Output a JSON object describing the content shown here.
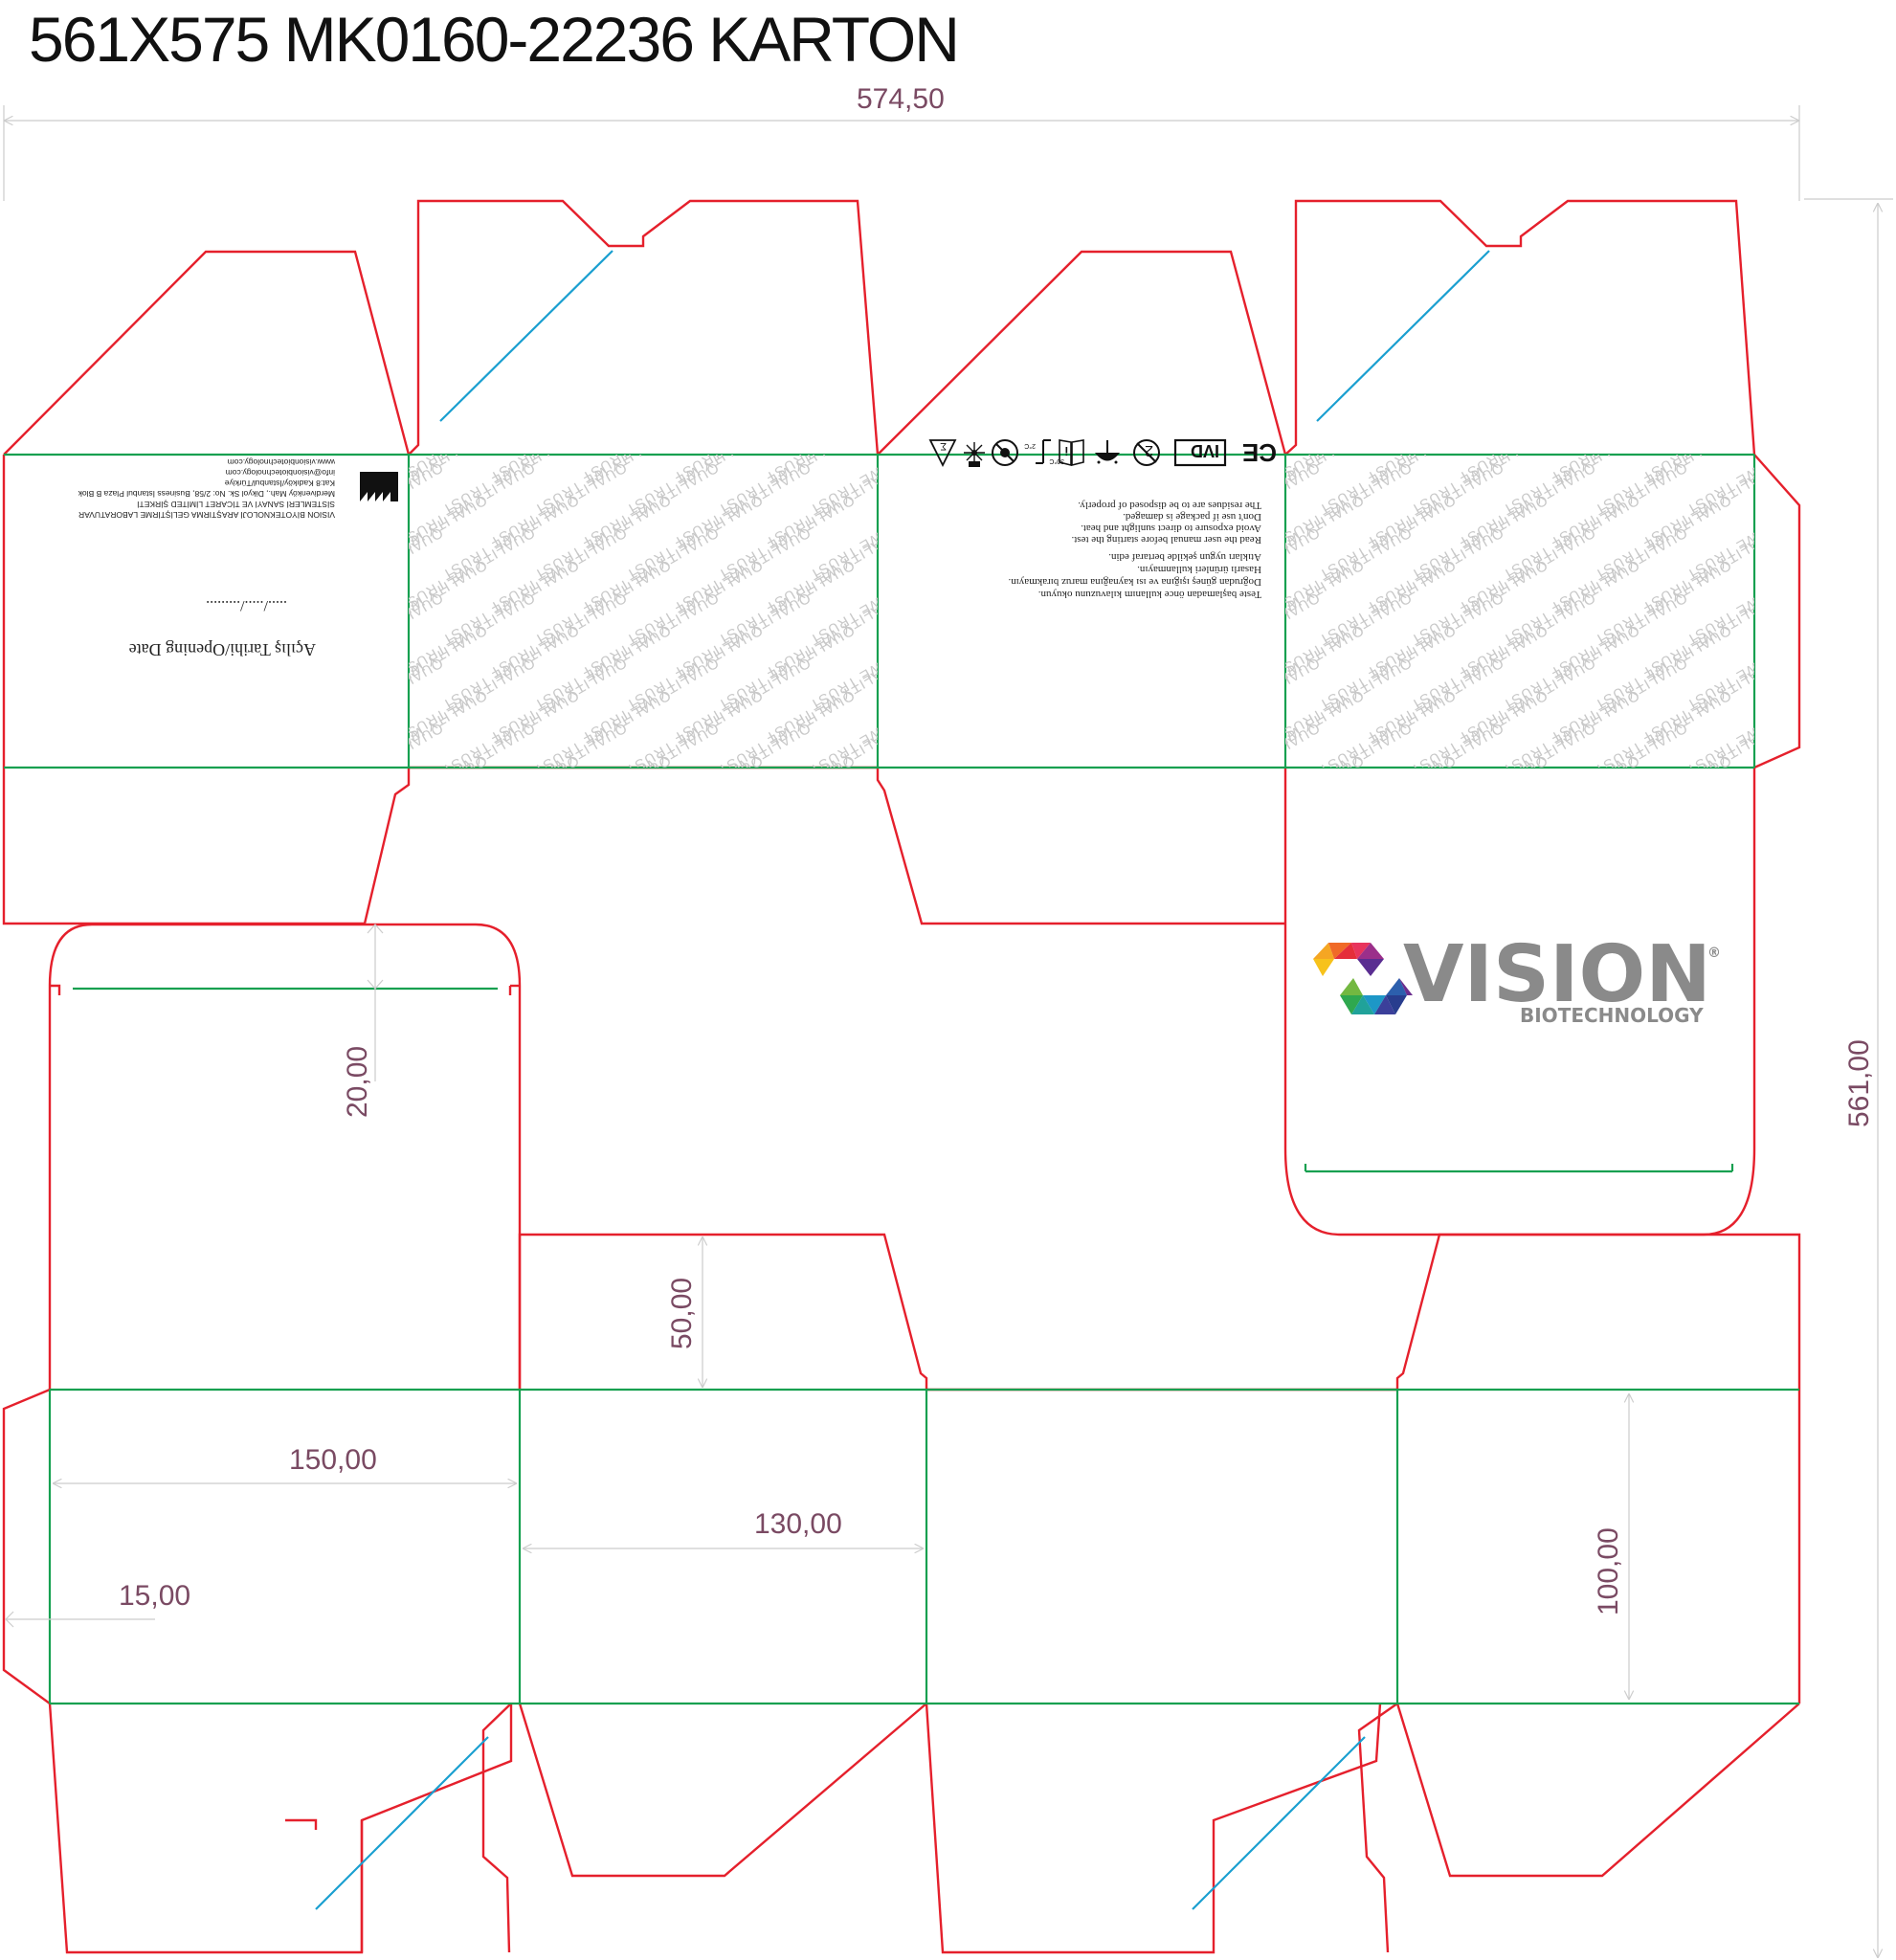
{
  "title": "561X575 MK0160-22236 KARTON",
  "dimensions": {
    "overall_width": "574,50",
    "overall_height": "561,00",
    "flap_20": "20,00",
    "flap_50": "50,00",
    "panel_150": "150,00",
    "panel_130": "130,00",
    "glue_15": "15,00",
    "panel_height_100": "100,00"
  },
  "panel_label": {
    "opening_date_label": "Açılış Tarihi/Opening  Date",
    "opening_date_blank": "...../...../.........",
    "company_lines": [
      "VISION BİYOTEKNOLOJİ ARAŞTIRMA GELİŞTİRME LABORATUVAR",
      "SİSTEMLERİ SANAYİ VE TİCARET LİMİTED ŞİRKETİ",
      "Merdivenköy Mah., Dikyol Sk. No: 2/58,  Business İstanbul Plaza B Blok",
      "Kat:8 Kadıköy/İstanbul/Türkiye",
      "info@visionbiotechnology.com",
      "www.visionbiotechnology.com"
    ]
  },
  "panel_warnings": {
    "lines": [
      "Teste başlamadan önce kullanım kılavuzunu okuyun.",
      "Doğrudan güneş ışığına ve ısı kaynağına maruz bırakmayın.",
      "Hasarlı ürünleri kullanmayın.",
      "Atıkları uygun şekilde bertaraf edin.",
      "Read the user manual before starting the test.",
      "Avoid exposure to direct sunlight and heat.",
      "Don't use if package is damaged.",
      "The residues are to be disposed of properly."
    ],
    "symbols": {
      "ce": "CE",
      "ivd": "IVD",
      "temp_low": "2°C",
      "temp_high": "30°C"
    }
  },
  "watermark_text": "QUALITY WE TRUST",
  "logo": {
    "name": "VISION",
    "sub": "BIOTECHNOLOGY",
    "registered": "®"
  },
  "colors": {
    "cut_line": "#e5202c",
    "crease_line": "#16a050",
    "perforation_line": "#1a9fd0",
    "dimension_text": "#7a4a63",
    "logo_gray": "#8a8a8a"
  }
}
